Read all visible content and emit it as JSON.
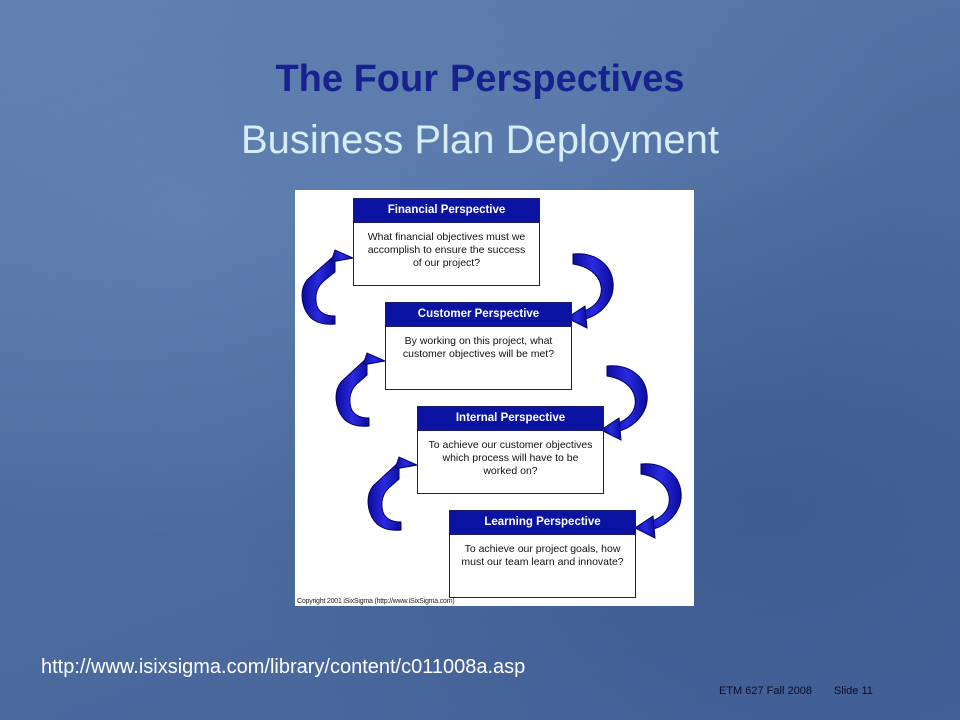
{
  "slide": {
    "title_part1": "The Four",
    "title_part2": "Perspectives",
    "subtitle": "Business Plan Deployment",
    "url": "http://www.isixsigma.com/library/content/c011008a.asp",
    "footer_course": "ETM 627 Fall 2008",
    "footer_slide": "Slide  11"
  },
  "figure": {
    "copyright": "Copyright 2001 iSixSigma (http://www.iSixSigma.com)",
    "perspectives": [
      {
        "title": "Financial Perspective",
        "text": "What financial objectives must we accomplish to ensure the success of our project?"
      },
      {
        "title": "Customer Perspective",
        "text": "By working on this project, what customer objectives will be met?"
      },
      {
        "title": "Internal Perspective",
        "text": "To achieve our customer objectives which process will have to be worked on?"
      },
      {
        "title": "Learning Perspective",
        "text": "To achieve our project goals, how must our team learn and innovate?"
      }
    ],
    "arrow_color": "#1212b8",
    "arrows": [
      "left-curved-arrow-icon",
      "right-curved-arrow-icon"
    ]
  }
}
